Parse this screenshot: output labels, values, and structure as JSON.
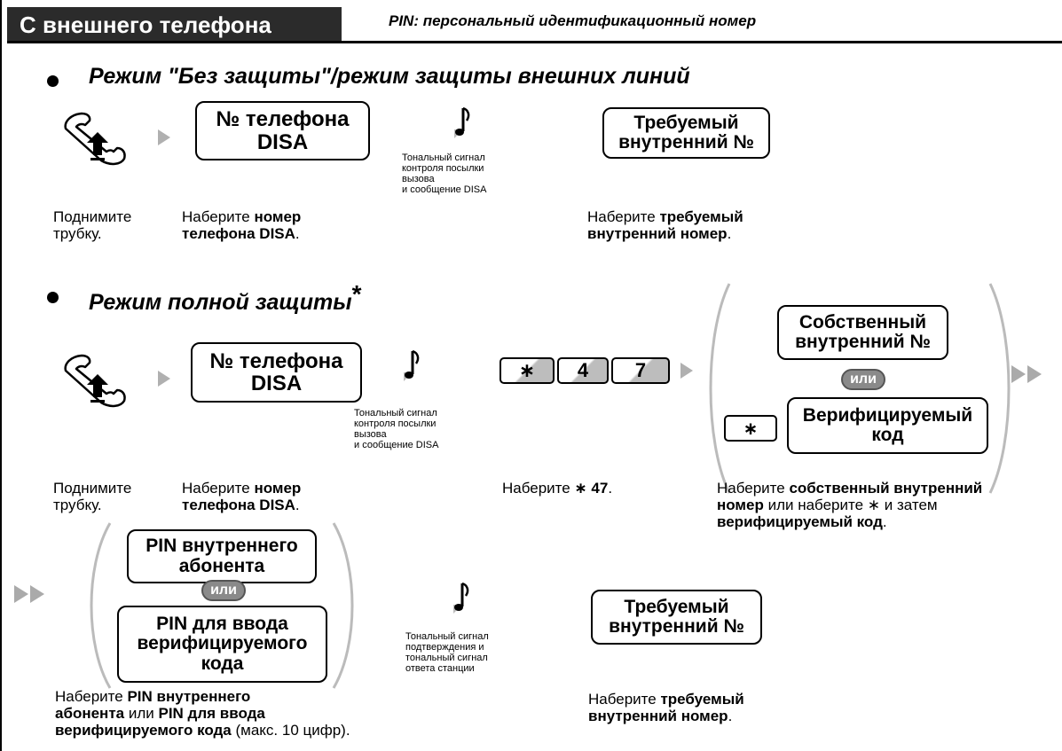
{
  "header": {
    "tab_title": "С внешнего телефона",
    "pin_note": "PIN: персональный идентификационный номер"
  },
  "section1": {
    "title": "Режим \"Без защиты\"/режим защиты внешних линий",
    "box_disa": [
      "№ телефона",
      "DISA"
    ],
    "tone_note": [
      "Тональный сигнал",
      "контроля посылки",
      "вызова",
      "и сообщение DISA"
    ],
    "box_ext": [
      "Требуемый",
      "внутренний №"
    ],
    "cap_lift": [
      "Поднимите",
      "трубку."
    ],
    "cap_dial_pre": "Наберите ",
    "cap_dial_bold1": "номер",
    "cap_dial_bold2": "телефона DISA",
    "cap_dial_post": ".",
    "cap_ext_pre": "Наберите ",
    "cap_ext_bold1": "требуемый",
    "cap_ext_bold2": "внутренний номер",
    "cap_ext_post": "."
  },
  "section2": {
    "title": "Режим полной защиты",
    "asterisk": "*",
    "box_disa": [
      "№ телефона",
      "DISA"
    ],
    "tone_note": [
      "Тональный сигнал",
      "контроля посылки",
      "вызова",
      "и сообщение DISA"
    ],
    "keys": [
      "∗",
      "4",
      "7"
    ],
    "box_own": [
      "Собственный",
      "внутренний №"
    ],
    "ili": "или",
    "star_key": "∗",
    "box_verif": [
      "Верифицируемый",
      "код"
    ],
    "cap_lift": [
      "Поднимите",
      "трубку."
    ],
    "cap_dial_pre": "Наберите ",
    "cap_dial_bold1": "номер",
    "cap_dial_bold2": "телефона DISA",
    "cap_dial_post": ".",
    "cap_47_pre": "Наберите ",
    "cap_47_bold": "∗ 47",
    "cap_47_post": ".",
    "cap_own_pre": "Наберите ",
    "cap_own_bold1": "собственный внутренний",
    "cap_own_bold2": "номер",
    "cap_own_mid": " или наберите ",
    "cap_own_star": "∗",
    "cap_own_mid2": " и затем",
    "cap_own_bold3": "верифицируемый код",
    "cap_own_post": "."
  },
  "section3": {
    "box_pin_ext": [
      "PIN внутреннего",
      "абонента"
    ],
    "ili": "или",
    "box_pin_verif": [
      "PIN для ввода",
      "верифицируемого",
      "кода"
    ],
    "tone_note": [
      "Тональный сигнал",
      "подтверждения и",
      "тональный сигнал",
      "ответа станции"
    ],
    "box_ext": [
      "Требуемый",
      "внутренний №"
    ],
    "cap_pin_pre": "Наберите ",
    "cap_pin_bold1": "PIN внутреннего",
    "cap_pin_bold2": "абонента",
    "cap_pin_mid": " или ",
    "cap_pin_bold3": "PIN для ввода",
    "cap_pin_bold4": "верифицируемого кода",
    "cap_pin_post": " (макс. 10 цифр).",
    "cap_ext_pre": "Наберите ",
    "cap_ext_bold1": "требуемый",
    "cap_ext_bold2": "внутренний номер",
    "cap_ext_post": "."
  },
  "icons": [
    "handset-off-hook-icon",
    "tone-note-icon",
    "arrow-right-icon",
    "double-arrow-icon"
  ]
}
